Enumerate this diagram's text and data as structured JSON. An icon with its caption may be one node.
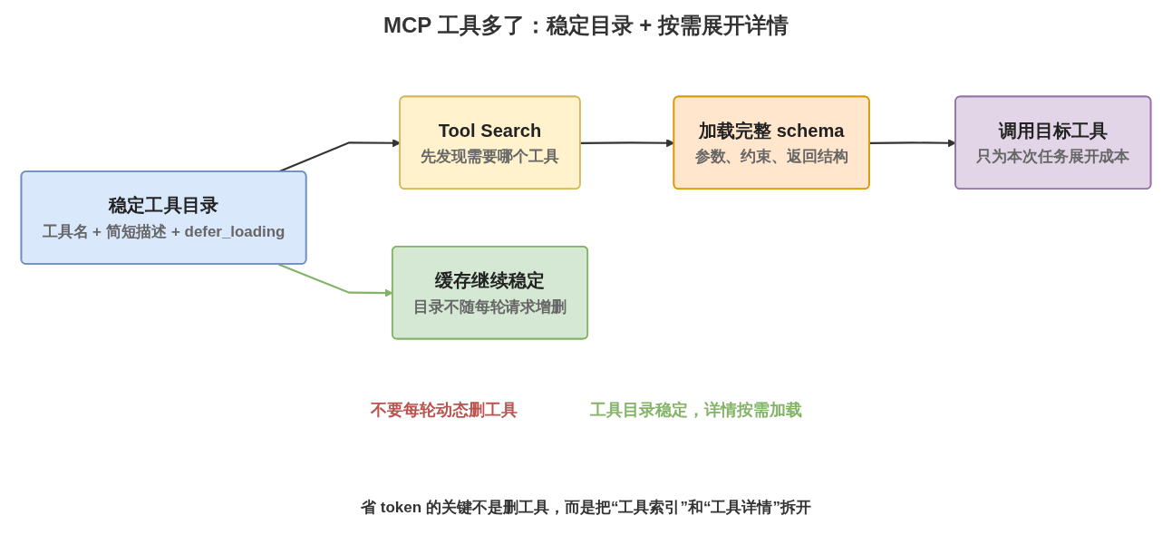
{
  "diagram": {
    "title": "MCP 工具多了：稳定目录 + 按需展开详情",
    "caption": "省 token 的关键不是删工具，而是把“工具索引”和“工具详情”拆开",
    "nodes": [
      {
        "text": [
          "稳定工具目录",
          "工具名 + 简短描述 + defer_loading"
        ]
      },
      {
        "text": [
          "Tool Search",
          "先发现需要哪个工具"
        ]
      },
      {
        "text": [
          "加载完整 schema",
          "参数、约束、返回结构"
        ]
      },
      {
        "text": [
          "缓存继续稳定",
          "目录不随每轮请求增删"
        ]
      },
      {
        "text": [
          "调用目标工具",
          "只为本次任务展开成本"
        ]
      }
    ],
    "edges": [
      {
        "from": 0,
        "to": 1,
        "arrow": "to"
      },
      {
        "from": 1,
        "to": 2,
        "arrow": "to"
      },
      {
        "from": 0,
        "to": 3,
        "arrow": "to",
        "color": "#82b366"
      },
      {
        "from": 2,
        "to": 4,
        "arrow": "to"
      }
    ],
    "labels": [
      "不要每轮动态删工具",
      "工具目录稳定，详情按需加载"
    ]
  }
}
